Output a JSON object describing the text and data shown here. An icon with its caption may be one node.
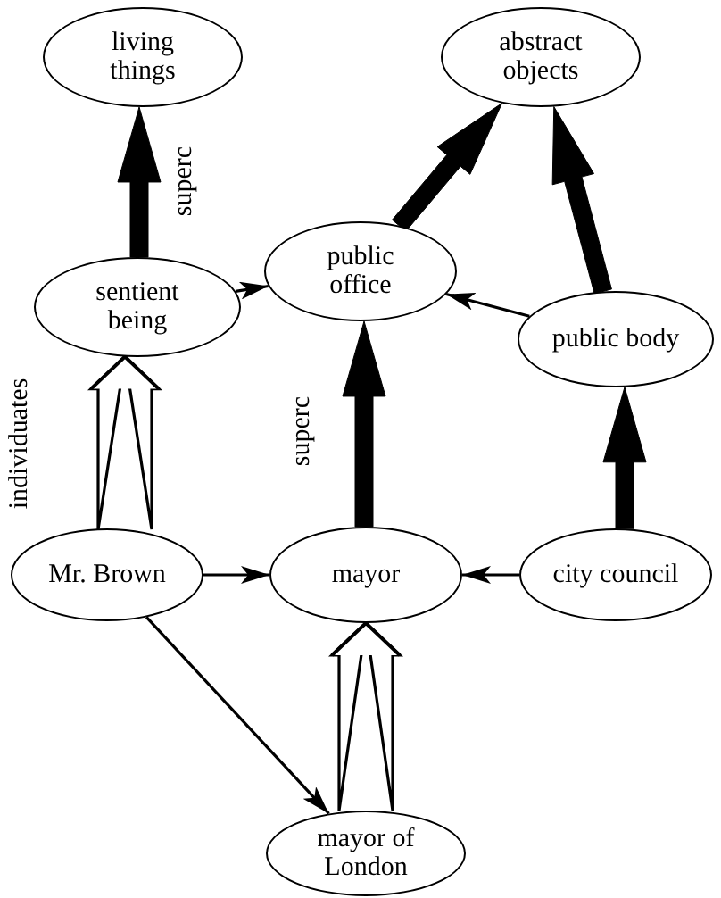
{
  "diagram": {
    "nodes": [
      {
        "text": [
          "living things"
        ]
      },
      {
        "text": [
          "abstract objects"
        ]
      },
      {
        "text": [
          "public office"
        ]
      },
      {
        "text": [
          "sentient being"
        ]
      },
      {
        "text": [
          "public body"
        ]
      },
      {
        "text": [
          "Mr. Brown"
        ]
      },
      {
        "text": [
          "mayor"
        ]
      },
      {
        "text": [
          "city council"
        ]
      },
      {
        "text": [
          "mayor of London"
        ]
      }
    ],
    "edges": [
      {
        "from": 3,
        "to": 0,
        "arrow": "to",
        "label": "superc",
        "style": "thick"
      },
      {
        "from": 2,
        "to": 1,
        "arrow": "to",
        "style": "thick"
      },
      {
        "from": 4,
        "to": 1,
        "arrow": "to",
        "style": "thick"
      },
      {
        "from": 3,
        "to": 2,
        "arrow": "to"
      },
      {
        "from": 4,
        "to": 2,
        "arrow": "to"
      },
      {
        "from": 5,
        "to": 3,
        "arrow": "to",
        "label": "individuates",
        "style": "thick",
        "color": "#ffffff"
      },
      {
        "from": 6,
        "to": 2,
        "arrow": "to",
        "label": "superc",
        "style": "thick"
      },
      {
        "from": 5,
        "to": 6,
        "arrow": "to"
      },
      {
        "from": 7,
        "to": 6,
        "arrow": "to"
      },
      {
        "from": 7,
        "to": 4,
        "arrow": "to",
        "style": "thick"
      },
      {
        "from": 5,
        "to": 8,
        "arrow": "to"
      },
      {
        "from": 8,
        "to": 6,
        "arrow": "to",
        "style": "thick",
        "color": "#ffffff"
      }
    ]
  }
}
